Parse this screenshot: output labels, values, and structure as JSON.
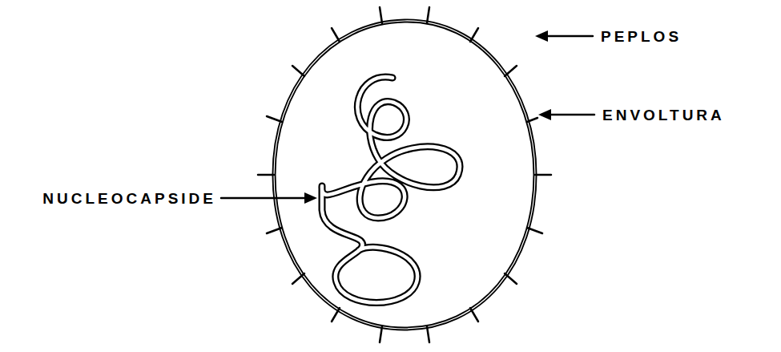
{
  "diagram": {
    "labels": [
      "PEPLOS",
      "ENVOLTURA",
      "NUCLEOCAPSIDE"
    ]
  }
}
